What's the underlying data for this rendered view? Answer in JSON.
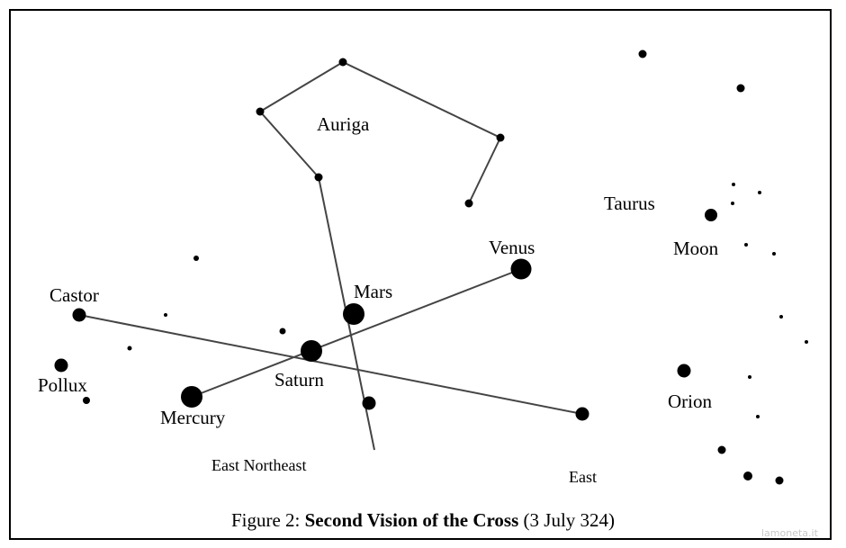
{
  "labels": {
    "auriga": "Auriga",
    "taurus": "Taurus",
    "moon": "Moon",
    "venus": "Venus",
    "mars": "Mars",
    "castor": "Castor",
    "pollux": "Pollux",
    "saturn": "Saturn",
    "mercury": "Mercury",
    "orion": "Orion",
    "east_northeast": "East Northeast",
    "east": "East"
  },
  "caption": {
    "prefix": "Figure 2: ",
    "title": "Second Vision of the Cross",
    "suffix": " (3 July 324)"
  },
  "watermark": "lamoneta.it",
  "colors": {
    "ink": "#000000",
    "line": "#555555"
  }
}
